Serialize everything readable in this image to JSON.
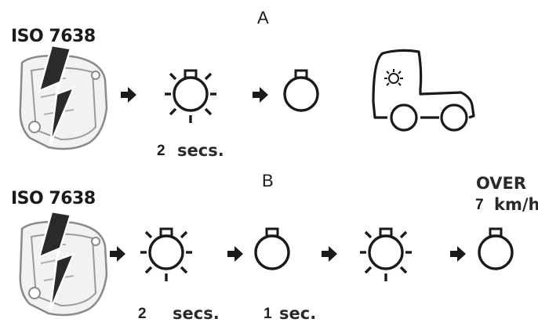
{
  "sequence_a": {
    "label": "A",
    "connector_standard": "ISO 7638",
    "first_lamp_duration": "2",
    "duration_unit": "secs."
  },
  "sequence_b": {
    "label": "B",
    "connector_standard": "ISO 7638",
    "first_lamp_duration": "2",
    "first_duration_unit": "secs.",
    "second_lamp_duration": "1",
    "second_duration_unit": "sec.",
    "speed_condition": "OVER",
    "speed_value": "7",
    "speed_unit": "km/h"
  },
  "colors": {
    "ink": "#1a1a1a",
    "connector_gray": "#8a8a8a",
    "bolt": "#2a2a2a",
    "background": "#ffffff"
  },
  "icons": [
    "iso-7638-connector-icon",
    "lightning-bolt-icon",
    "lamp-on-icon",
    "lamp-off-icon",
    "arrow-right-icon",
    "truck-cab-icon"
  ]
}
